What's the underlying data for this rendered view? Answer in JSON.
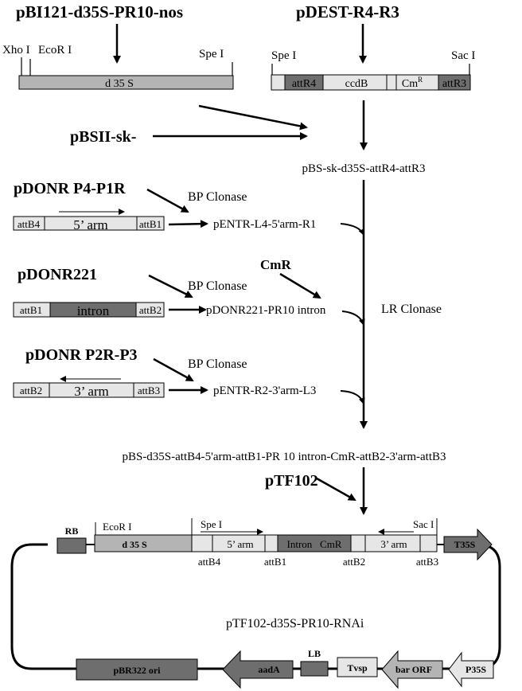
{
  "top": {
    "vector1": {
      "name": "pBI121-d35S-PR10-nos",
      "site_xho": "Xho I",
      "site_ecor": "EcoR I",
      "site_spe": "Spe I",
      "box": "d 35 S"
    },
    "vector2": {
      "name": "pDEST-R4-R3",
      "site_spe": "Spe I",
      "site_sac": "Sac I",
      "att_r4": "attR4",
      "ccdb": "ccdB",
      "cm": "Cm",
      "cm_sup": "R",
      "att_r3": "attR3"
    }
  },
  "pbsii": "pBSII-sk-",
  "intermediate1": "pBS-sk-d35S-attR4-attR3",
  "entries": {
    "p4p1r": {
      "donor": "pDONR P4-P1R",
      "clonase": "BP Clonase",
      "att_left": "attB4",
      "insert": "5’ arm",
      "att_right": "attB1",
      "product": "pENTR-L4-5'arm-R1"
    },
    "d221": {
      "donor": "pDONR221",
      "clonase": "BP Clonase",
      "cmr": "CmR",
      "att_left": "attB1",
      "insert": "intron",
      "att_right": "attB2",
      "product": "pDONR221-PR10 intron"
    },
    "p2rp3": {
      "donor": "pDONR P2R-P3",
      "clonase": "BP Clonase",
      "att_left": "attB2",
      "insert": "3’ arm",
      "att_right": "attB3",
      "product": "pENTR-R2-3'arm-L3"
    }
  },
  "lr_clonase": "LR Clonase",
  "intermediate2": "pBS-d35S-attB4-5'arm-attB1-PR 10 intron-CmR-attB2-3'arm-attB3",
  "ptf102": "pTF102",
  "final": {
    "rb": "RB",
    "ecor": "EcoR I",
    "d35s": "d 35 S",
    "spe": "Spe I",
    "arm5": "5’ arm",
    "intron_cmr": "Intron   CmR",
    "arm3": "3’ arm",
    "sac": "Sac I",
    "t35s": "T35S",
    "attb4": "attB4",
    "attb1": "attB1",
    "attb2": "attB2",
    "attb3": "attB3",
    "name": "pTF102-d35S-PR10-RNAi",
    "pbr322": "pBR322 ori",
    "aada": "aadA",
    "lb": "LB",
    "tvsp": "Tvsp",
    "bar": "bar ORF",
    "p35s": "P35S"
  },
  "colors": {
    "light_box": "#e6e6e6",
    "mid_box": "#b4b4b4",
    "dark_box": "#6e6e6e",
    "line": "#000000"
  }
}
